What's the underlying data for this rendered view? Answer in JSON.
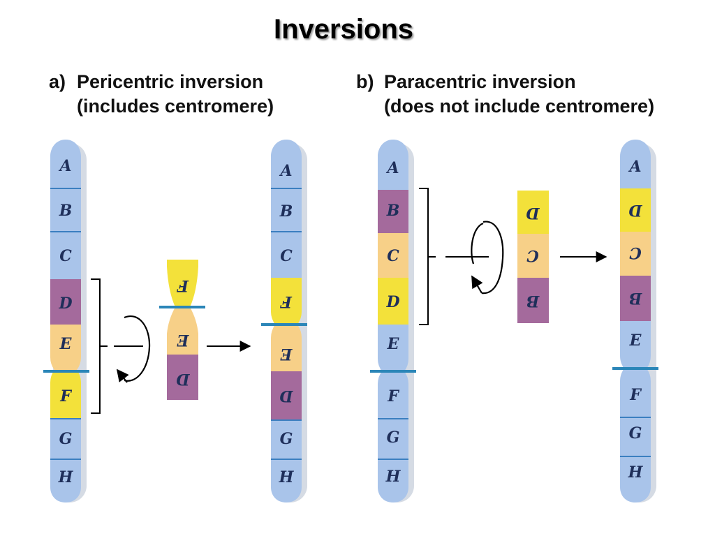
{
  "title": "Inversions",
  "panel_a": {
    "letter": "a)",
    "line1": "Pericentric inversion",
    "line2": "(includes centromere)"
  },
  "panel_b": {
    "letter": "b)",
    "line1": "Paracentric inversion",
    "line2": "(does not include centromere)"
  },
  "colors": {
    "blue": "#a9c4ea",
    "purple": "#a46a9c",
    "orange": "#f7d088",
    "yellow": "#f3e13a",
    "band_line": "#3b7fc0",
    "centromere": "#2b86b8"
  },
  "chromosomes": {
    "a_original": [
      "A",
      "B",
      "C",
      "D",
      "E",
      "F",
      "G",
      "H"
    ],
    "a_fragment": [
      "F",
      "E",
      "D"
    ],
    "a_result": [
      "A",
      "B",
      "C",
      "F",
      "E",
      "D",
      "G",
      "H"
    ],
    "b_original": [
      "A",
      "B",
      "C",
      "D",
      "E",
      "F",
      "G",
      "H"
    ],
    "b_fragment": [
      "D",
      "C",
      "B"
    ],
    "b_result": [
      "A",
      "D",
      "C",
      "B",
      "E",
      "F",
      "G",
      "H"
    ]
  }
}
